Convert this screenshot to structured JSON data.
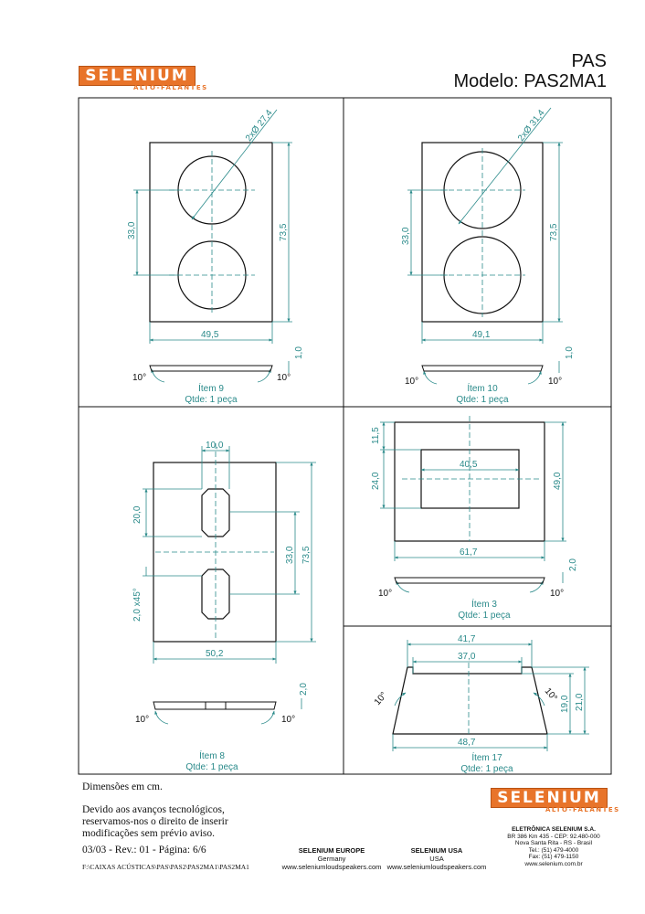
{
  "header": {
    "brand": "SELENIUM",
    "brand_sub": "ALTO-FALANTES",
    "title_line1": "PAS",
    "title_line2": "Modelo: PAS2MA1"
  },
  "panels": {
    "item9": {
      "diameter_label": "2xØ 27,4",
      "dim_height_inner": "33,0",
      "dim_height_total": "73,5",
      "dim_width": "49,5",
      "dim_thickness": "1,0",
      "angle_left": "10°",
      "angle_right": "10°",
      "item_label": "Ítem 9",
      "qty_label": "Qtde: 1 peça"
    },
    "item10": {
      "diameter_label": "2xØ 31,4",
      "dim_height_inner": "33,0",
      "dim_height_total": "73,5",
      "dim_width": "49,1",
      "dim_thickness": "1,0",
      "angle_left": "10°",
      "angle_right": "10°",
      "item_label": "Ítem 10",
      "qty_label": "Qtde: 1 peça"
    },
    "item8": {
      "dim_slot_width": "10,0",
      "dim_slot_height": "20,0",
      "dim_chamfer": "2,0 x45°",
      "dim_height_inner": "33,0",
      "dim_height_total": "73,5",
      "dim_width": "50,2",
      "dim_thickness": "2,0",
      "angle_left": "10°",
      "angle_right": "10°",
      "item_label": "Ítem 8",
      "qty_label": "Qtde: 1 peça"
    },
    "item3": {
      "dim_top": "11,5",
      "dim_window_height": "24,0",
      "dim_window_width": "40,5",
      "dim_height_total": "49,0",
      "dim_width": "61,7",
      "dim_thickness": "2,0",
      "angle_left": "10°",
      "angle_right": "10°",
      "item_label": "Ítem 3",
      "qty_label": "Qtde: 1 peça"
    },
    "item17": {
      "dim_top_outer": "41,7",
      "dim_top_inner": "37,0",
      "dim_bottom": "48,7",
      "dim_height_side": "19,0",
      "dim_height_total": "21,0",
      "angle_left": "10°",
      "angle_right": "10°",
      "item_label": "Ítem 17",
      "qty_label": "Qtde: 1 peça"
    }
  },
  "notes": {
    "units": "Dimensões em cm.",
    "disclaimer_1": "Devido aos avanços tecnológicos,",
    "disclaimer_2": "reservamos-nos o direito de inserir",
    "disclaimer_3": "modificações sem prévio aviso.",
    "revision": "03/03 - Rev.: 01 - Página: 6/6",
    "path": "F:\\CAIXAS ACÚSTICAS\\PAS\\PAS2\\PAS2MA1\\PAS2MA1"
  },
  "footer": {
    "europe_title": "SELENIUM EUROPE",
    "europe_country": "Germany",
    "usa_title": "SELENIUM USA",
    "usa_country": "USA",
    "website_1": "www.seleniumloudspeakers.com",
    "website_2": "www.seleniumloudspeakers.com",
    "company": "ELETRÔNICA SELENIUM S.A.",
    "address_1": "BR 386 Km 435 - CEP: 92.480-000",
    "address_2": "Nova Santa Rita - RS - Brasil",
    "tel": "Tel.: (51) 479-4000",
    "fax": "Fax: (51) 479-1150",
    "website_br": "www.selenium.com.br"
  },
  "colors": {
    "brand": "#e8742a",
    "dimension": "#2a8a8a",
    "outline": "#111111"
  }
}
